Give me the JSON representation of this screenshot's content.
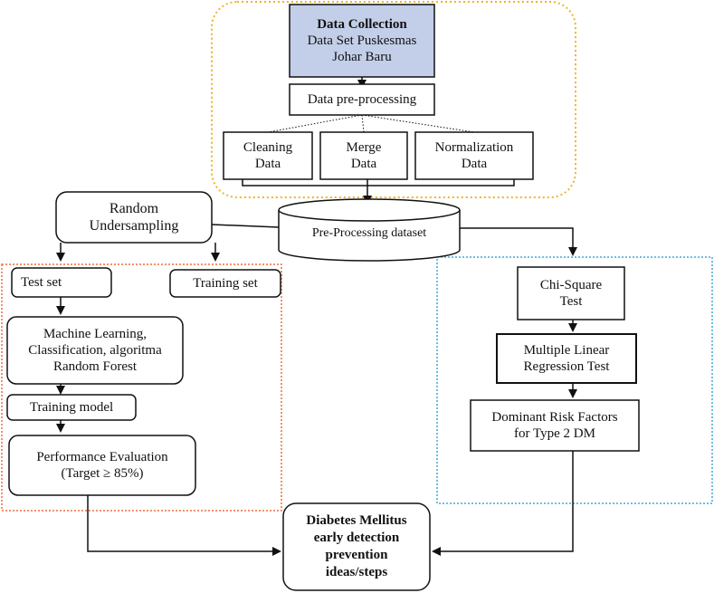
{
  "data_collection": {
    "title": "Data Collection",
    "line1": "Data Set Puskesmas",
    "line2": "Johar Baru",
    "fill_color": "#c3cfe9"
  },
  "preprocessing": {
    "label": "Data pre-processing"
  },
  "cleaning": {
    "line1": "Cleaning",
    "line2": "Data"
  },
  "merge": {
    "line1": "Merge",
    "line2": "Data"
  },
  "normalization": {
    "line1": "Normalization",
    "line2": "Data"
  },
  "dataset": {
    "label": "Pre-Processing dataset"
  },
  "undersampling": {
    "line1": "Random",
    "line2": "Undersampling"
  },
  "test_set": {
    "label": "Test set"
  },
  "training_set": {
    "label": "Training set"
  },
  "ml": {
    "line1": "Machine Learning,",
    "line2": "Classification, algoritma",
    "line3": "Random Forest"
  },
  "training_model": {
    "label": "Training model"
  },
  "performance": {
    "line1": "Performance Evaluation",
    "line2": "(Target ≥ 85%)"
  },
  "chi_square": {
    "line1": "Chi-Square",
    "line2": "Test"
  },
  "regression": {
    "line1": "Multiple Linear",
    "line2": "Regression Test"
  },
  "risk_factors": {
    "line1": "Dominant Risk Factors",
    "line2": "for Type 2 DM"
  },
  "outcome": {
    "line1": "Diabetes Mellitus",
    "line2": "early detection",
    "line3": "prevention",
    "line4": "ideas/steps"
  },
  "colors": {
    "collection_frame": "#f0b429",
    "ml_frame": "#f26b3a",
    "stats_frame": "#3fa9d6",
    "stroke": "#111111"
  }
}
